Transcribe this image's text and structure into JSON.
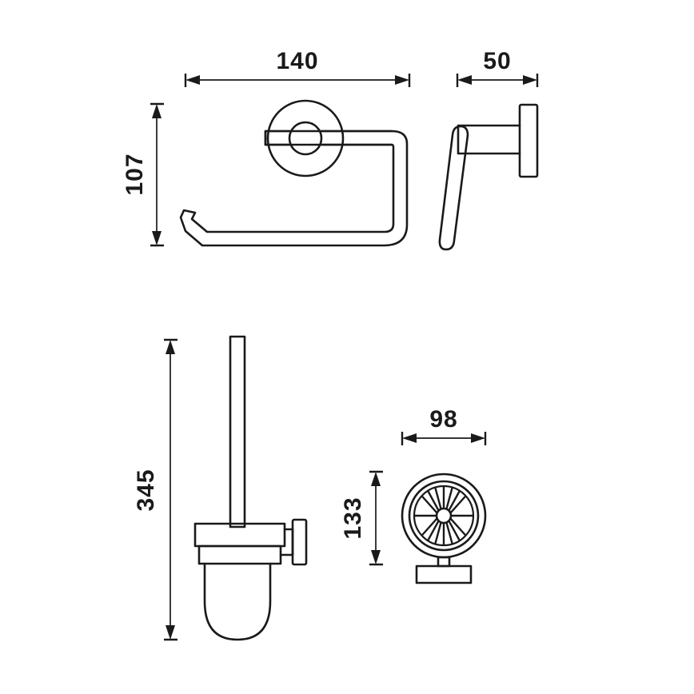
{
  "sheet": {
    "title": "Bathroom accessory technical drawing",
    "background_color": "#ffffff",
    "line_color": "#1a1a1a",
    "units": "mm"
  },
  "views": [
    {
      "id": "toilet-paper-holder-front",
      "name": "Toilet paper holder - front view",
      "position": "top-left"
    },
    {
      "id": "toilet-paper-holder-side",
      "name": "Toilet paper holder - side view",
      "position": "top-right"
    },
    {
      "id": "toilet-brush-holder-front",
      "name": "Toilet brush holder - front view",
      "position": "bottom-left"
    },
    {
      "id": "toilet-brush-holder-top",
      "name": "Toilet brush holder - top view",
      "position": "bottom-right"
    }
  ],
  "dimensions": {
    "paper_holder_width": {
      "value": "140",
      "orientation": "horizontal",
      "view": "toilet-paper-holder-front"
    },
    "paper_holder_height": {
      "value": "107",
      "orientation": "vertical",
      "view": "toilet-paper-holder-front"
    },
    "paper_holder_depth": {
      "value": "50",
      "orientation": "horizontal",
      "view": "toilet-paper-holder-side"
    },
    "brush_holder_height": {
      "value": "345",
      "orientation": "vertical",
      "view": "toilet-brush-holder-front"
    },
    "brush_head_width": {
      "value": "98",
      "orientation": "horizontal",
      "view": "toilet-brush-holder-top"
    },
    "brush_head_height": {
      "value": "133",
      "orientation": "vertical",
      "view": "toilet-brush-holder-top"
    }
  },
  "drawing_elements": {
    "brush_head_spoke_count": 16,
    "brush_head_circle_count": 3
  }
}
